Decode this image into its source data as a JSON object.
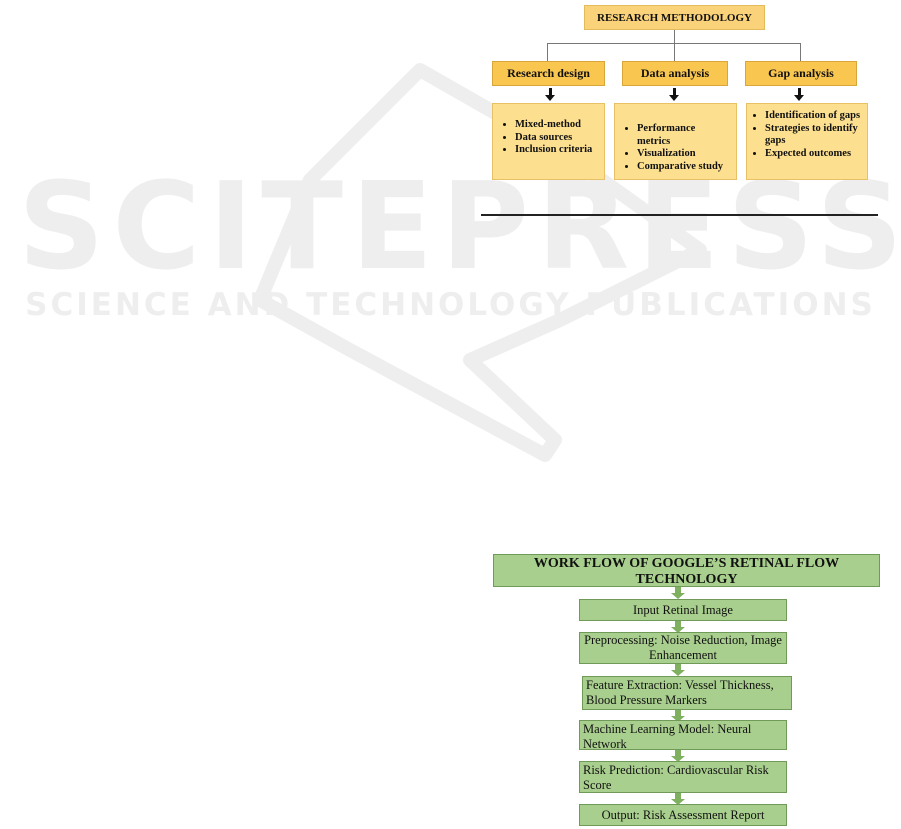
{
  "watermark": {
    "big_text": "SCITEPRESS",
    "small_text": "SCIENCE AND TECHNOLOGY PUBLICATIONS"
  },
  "methodology": {
    "title": "RESEARCH METHODOLOGY",
    "columns": [
      {
        "heading": "Research design",
        "items": [
          "Mixed-method",
          "Data sources",
          "Inclusion criteria"
        ]
      },
      {
        "heading": "Data analysis",
        "items": [
          "Performance metrics",
          "Visualization",
          "Comparative study"
        ]
      },
      {
        "heading": "Gap analysis",
        "items": [
          "Identification of gaps",
          "Strategies to identify gaps",
          "Expected outcomes"
        ]
      }
    ],
    "colors": {
      "title": "#fad27a",
      "heading": "#f9c64f",
      "content": "#fde08f"
    }
  },
  "workflow": {
    "title": "WORK FLOW OF GOOGLE’S RETINAL FLOW TECHNOLOGY",
    "steps": [
      "Input Retinal Image",
      "Preprocessing: Noise Reduction, Image Enhancement",
      "Feature Extraction: Vessel Thickness, Blood Pressure Markers",
      "Machine Learning Model: Neural Network",
      "Risk Prediction: Cardiovascular Risk Score",
      "Output: Risk Assessment Report"
    ],
    "colors": {
      "box": "#a9cf8e",
      "arrow": "#7fb05f"
    }
  }
}
